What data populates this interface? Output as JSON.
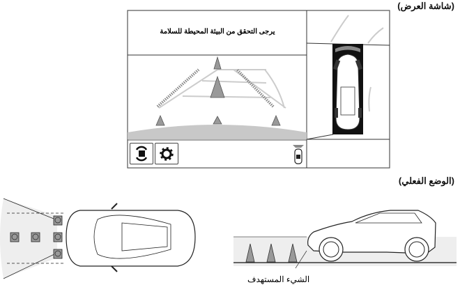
{
  "screen_label": "(شاشة العرض)",
  "screen_message": "يرجى التحقق من البيئة المحيطة للسلامة",
  "buttons": {
    "view_switch": "view-switch-icon",
    "settings": "gear-icon"
  },
  "actual_label": "(الوضع الفعلي)",
  "target_label": "الشيء المستهدف"
}
